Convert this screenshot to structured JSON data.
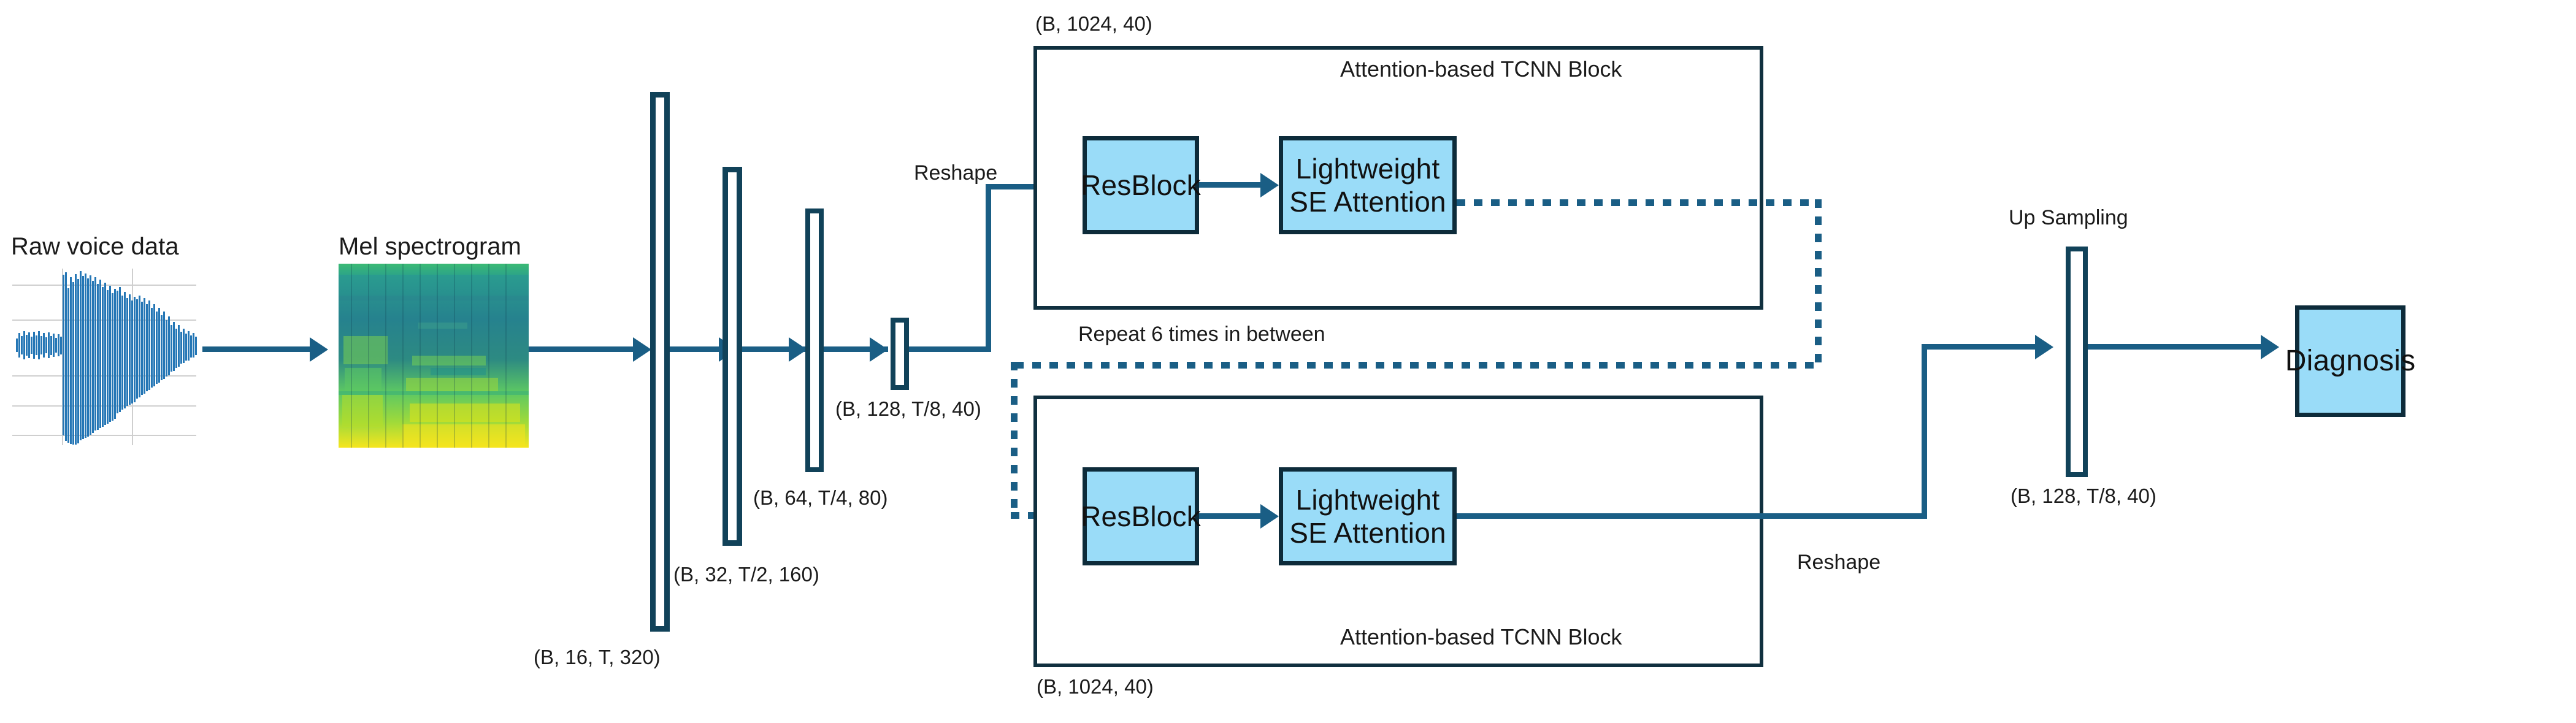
{
  "figure": {
    "type": "diagram",
    "title": "Attention-based TCNN voice diagnosis architecture",
    "accent_line_color": "#1a5e85",
    "block_fill_color": "#9adcf8",
    "block_border_color": "#0d2b3a",
    "pillar_border_color": "#114259"
  },
  "input": {
    "raw_label": "Raw voice data",
    "spectrogram_label": "Mel spectrogram"
  },
  "conv_stack": {
    "shapes": [
      "(B, 16, T, 320)",
      "(B, 32, T/2, 160)",
      "(B, 64, T/4, 80)",
      "(B, 128, T/8, 40)"
    ]
  },
  "reshape": {
    "top_label": "Reshape",
    "bottom_label": "Reshape"
  },
  "tcnn_top": {
    "shape_label": "(B, 1024, 40)",
    "caption": "Attention-based TCNN Block",
    "resblock_label": "ResBlock",
    "se_label_line1": "Lightweight",
    "se_label_line2": "SE Attention"
  },
  "repeat_note": "Repeat 6 times in between",
  "tcnn_bottom": {
    "shape_label": "(B, 1024, 40)",
    "caption": "Attention-based TCNN Block",
    "resblock_label": "ResBlock",
    "se_label_line1": "Lightweight",
    "se_label_line2": "SE Attention"
  },
  "upsampling": {
    "label": "Up Sampling",
    "shape_label": "(B, 128, T/8, 40)"
  },
  "output": {
    "label": "Diagnosis"
  }
}
